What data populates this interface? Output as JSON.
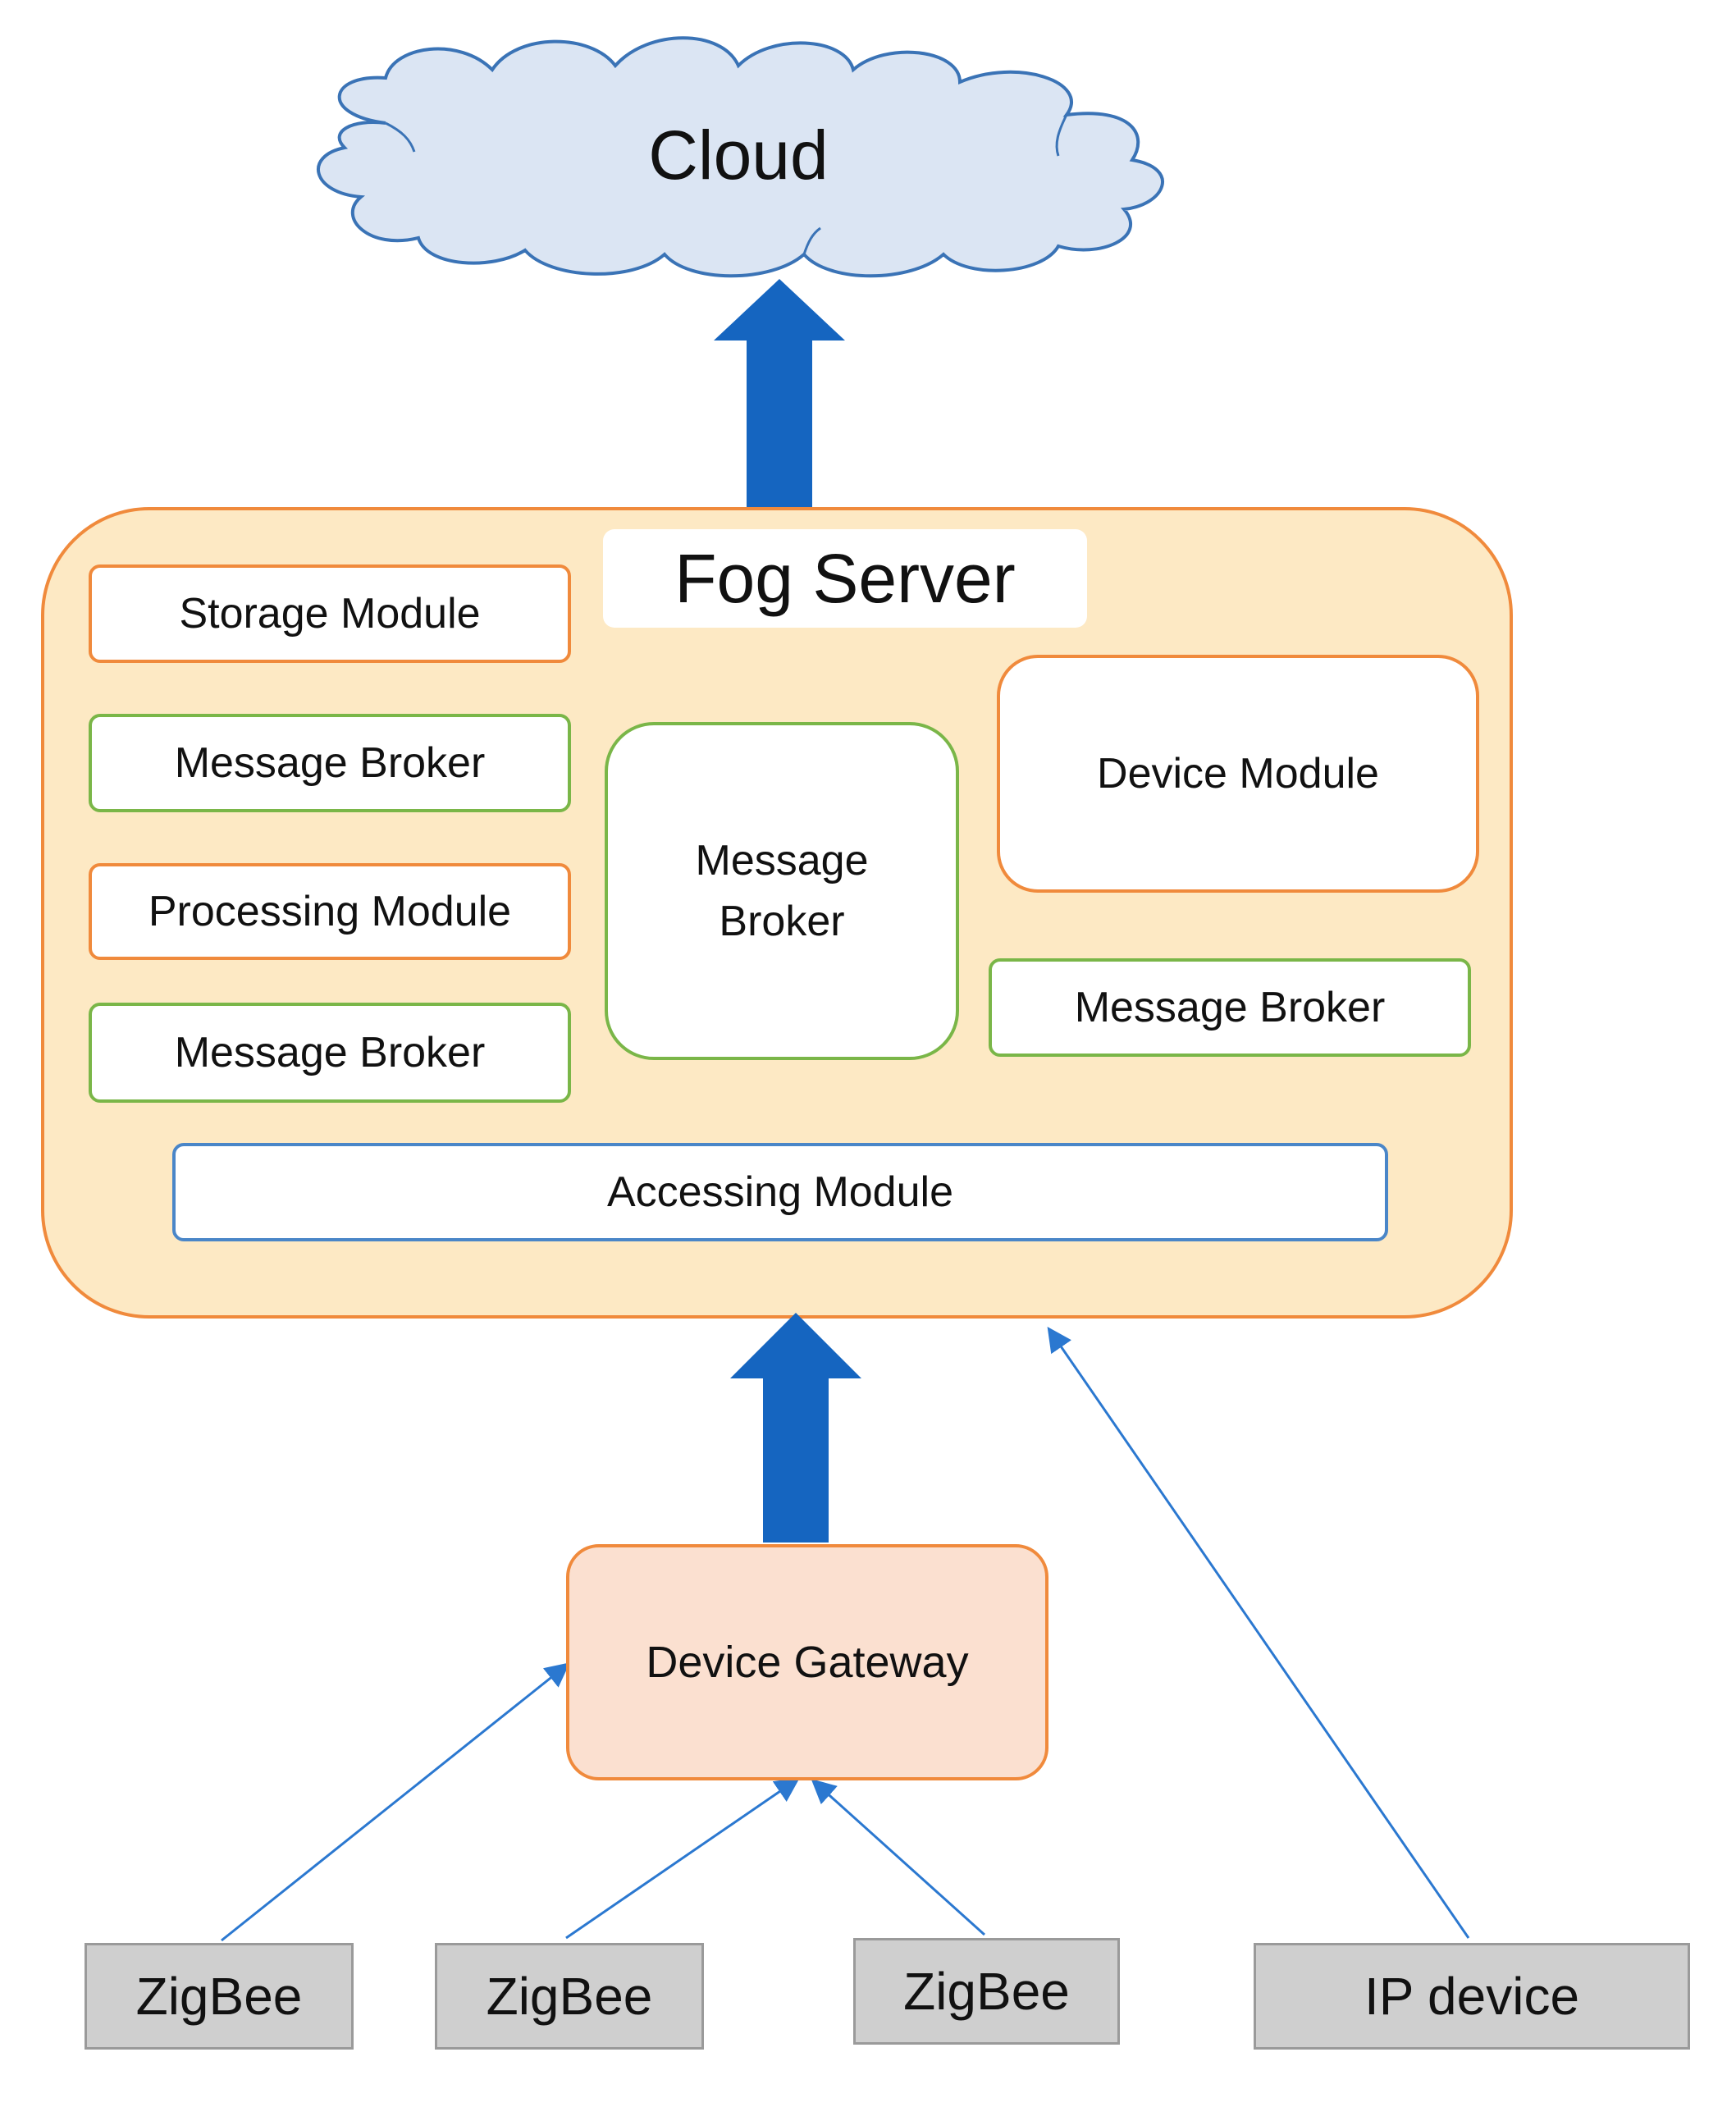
{
  "cloud": {
    "label": "Cloud"
  },
  "fog_server": {
    "title": "Fog Server",
    "storage_module": "Storage Module",
    "message_broker_1": "Message Broker",
    "processing_module": "Processing Module",
    "message_broker_2": "Message Broker",
    "central_message_broker": "Message\nBroker",
    "device_module": "Device Module",
    "message_broker_3": "Message Broker",
    "accessing_module": "Accessing Module"
  },
  "gateway": {
    "label": "Device Gateway"
  },
  "devices": [
    "ZigBee",
    "ZigBee",
    "ZigBee",
    "IP device"
  ],
  "colors": {
    "cloud_fill": "#dbe5f3",
    "fog_fill": "#fde9c4",
    "fog_border": "#f08a3c",
    "module_border_orange": "#f08a3c",
    "module_border_green": "#7ab648",
    "accessing_border": "#4a86c8",
    "gateway_fill": "#fbe0d0",
    "big_arrow": "#1565c0",
    "thin_arrow": "#2b78d0",
    "device_fill": "#cfcfcf"
  }
}
